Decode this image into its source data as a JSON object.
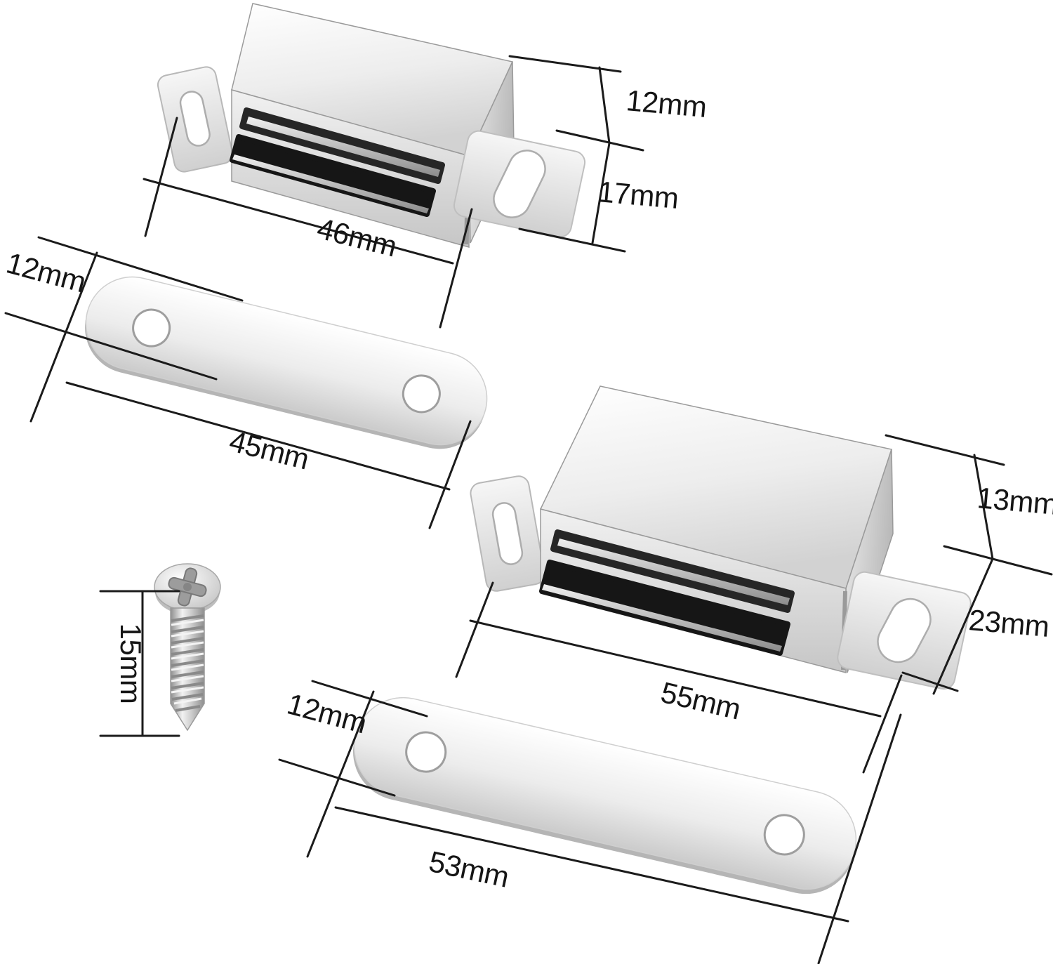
{
  "colors": {
    "background": "#ffffff",
    "annotation_line": "#1b1b1b",
    "annotation_text": "#151515",
    "metal_light": "#f5f5f5",
    "metal_mid": "#d8d8d8",
    "metal_dark": "#9a9a9a",
    "slot_dark": "#1c1c1c"
  },
  "catch_small": {
    "name": "magnetic catch 46mm",
    "length_label": "46mm",
    "height_label": "12mm",
    "depth_label": "17mm"
  },
  "strike_plate_small": {
    "name": "strike plate 45mm",
    "width_label": "12mm",
    "length_label": "45mm"
  },
  "catch_large": {
    "name": "magnetic catch 55mm",
    "height_label": "13mm",
    "depth_label": "23mm",
    "length_label": "55mm"
  },
  "screw": {
    "name": "mounting screw 15mm",
    "length_label": "15mm"
  },
  "strike_plate_large": {
    "name": "strike plate 53mm",
    "width_label": "12mm",
    "length_label": "53mm"
  }
}
